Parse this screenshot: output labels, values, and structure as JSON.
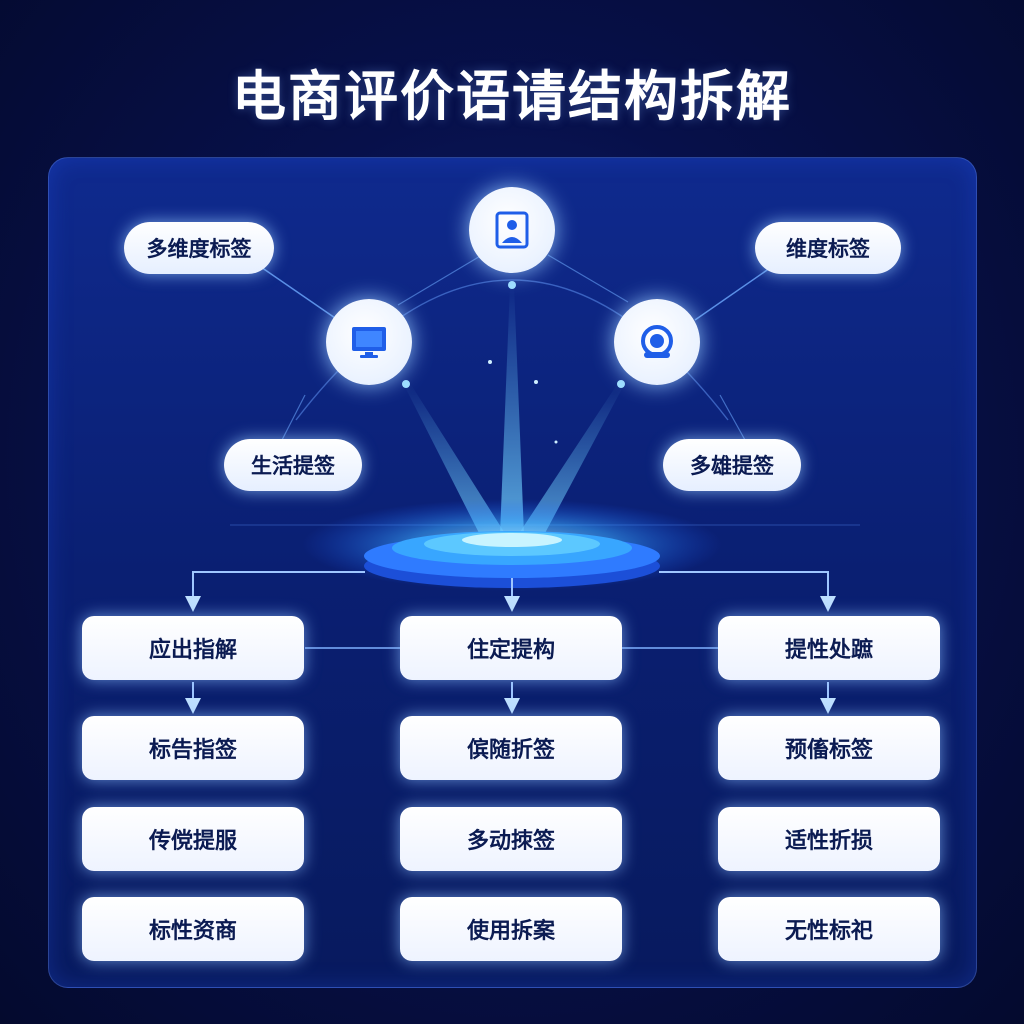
{
  "title": "电商评价语请结构拆解",
  "tags": {
    "top_left": "多维度标签",
    "top_right": "维度标签",
    "mid_left": "生活提签",
    "mid_right": "多雄提签"
  },
  "nodes": [
    {
      "icon": "person-icon"
    },
    {
      "icon": "monitor-icon"
    },
    {
      "icon": "robot-icon"
    }
  ],
  "columns": [
    {
      "items": [
        "应出指解",
        "标告指签",
        "传傥提服",
        "标性资商"
      ]
    },
    {
      "items": [
        "住定提构",
        "傧随折签",
        "多动拺签",
        "使用拆案"
      ]
    },
    {
      "items": [
        "提性处蹠",
        "预傗标签",
        "适性折损",
        "无性标祀"
      ]
    }
  ],
  "colors": {
    "background": "#060d3a",
    "panel": "#0c2380",
    "accent": "#2f7bff",
    "glow": "#7fd3ff",
    "box_text": "#0b1b52"
  }
}
